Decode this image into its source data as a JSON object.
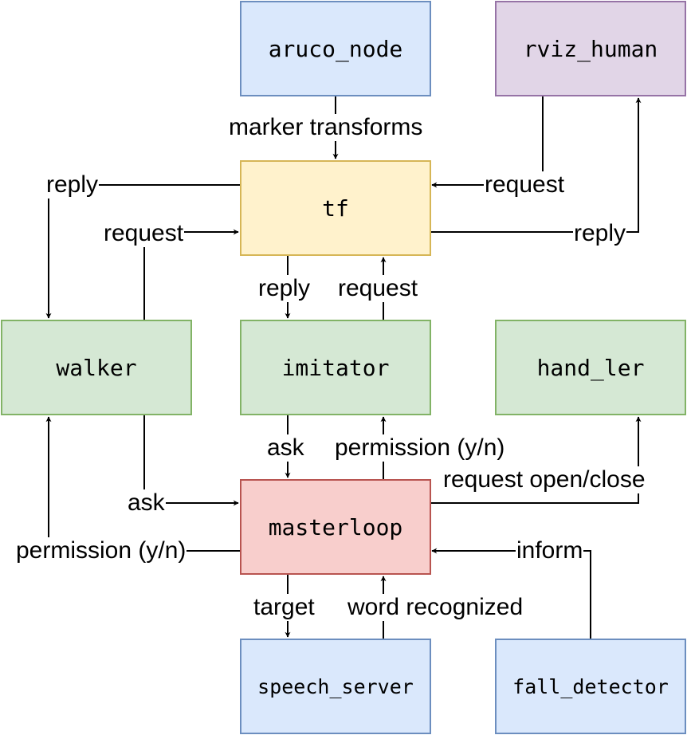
{
  "nodes": {
    "aruco_node": "aruco_node",
    "rviz_human": "rviz_human",
    "tf": "tf",
    "walker": "walker",
    "imitator": "imitator",
    "hand_ler": "hand_ler",
    "masterloop": "masterloop",
    "speech_server": "speech_server",
    "fall_detector": "fall_detector"
  },
  "edges": {
    "aruco_to_tf": "marker transforms",
    "rviz_to_tf": "request",
    "tf_to_rviz": "reply",
    "tf_to_walker": "reply",
    "walker_to_tf": "request",
    "tf_to_imitator": "reply",
    "imitator_to_tf": "request",
    "imitator_to_masterloop": "ask",
    "masterloop_to_imitator": "permission (y/n)",
    "masterloop_to_handler": "request open/close",
    "walker_to_masterloop": "ask",
    "masterloop_to_walker": "permission (y/n)",
    "fall_to_masterloop": "inform",
    "masterloop_to_speech": "target",
    "speech_to_masterloop": "word recognized"
  },
  "colors": {
    "blue_fill": "#dae8fc",
    "blue_stroke": "#6c8ebf",
    "purple_fill": "#e1d5e7",
    "purple_stroke": "#9673a6",
    "yellow_fill": "#fff2cc",
    "yellow_stroke": "#d6b656",
    "green_fill": "#d5e8d4",
    "green_stroke": "#82b366",
    "red_fill": "#f8cecc",
    "red_stroke": "#b85450"
  }
}
